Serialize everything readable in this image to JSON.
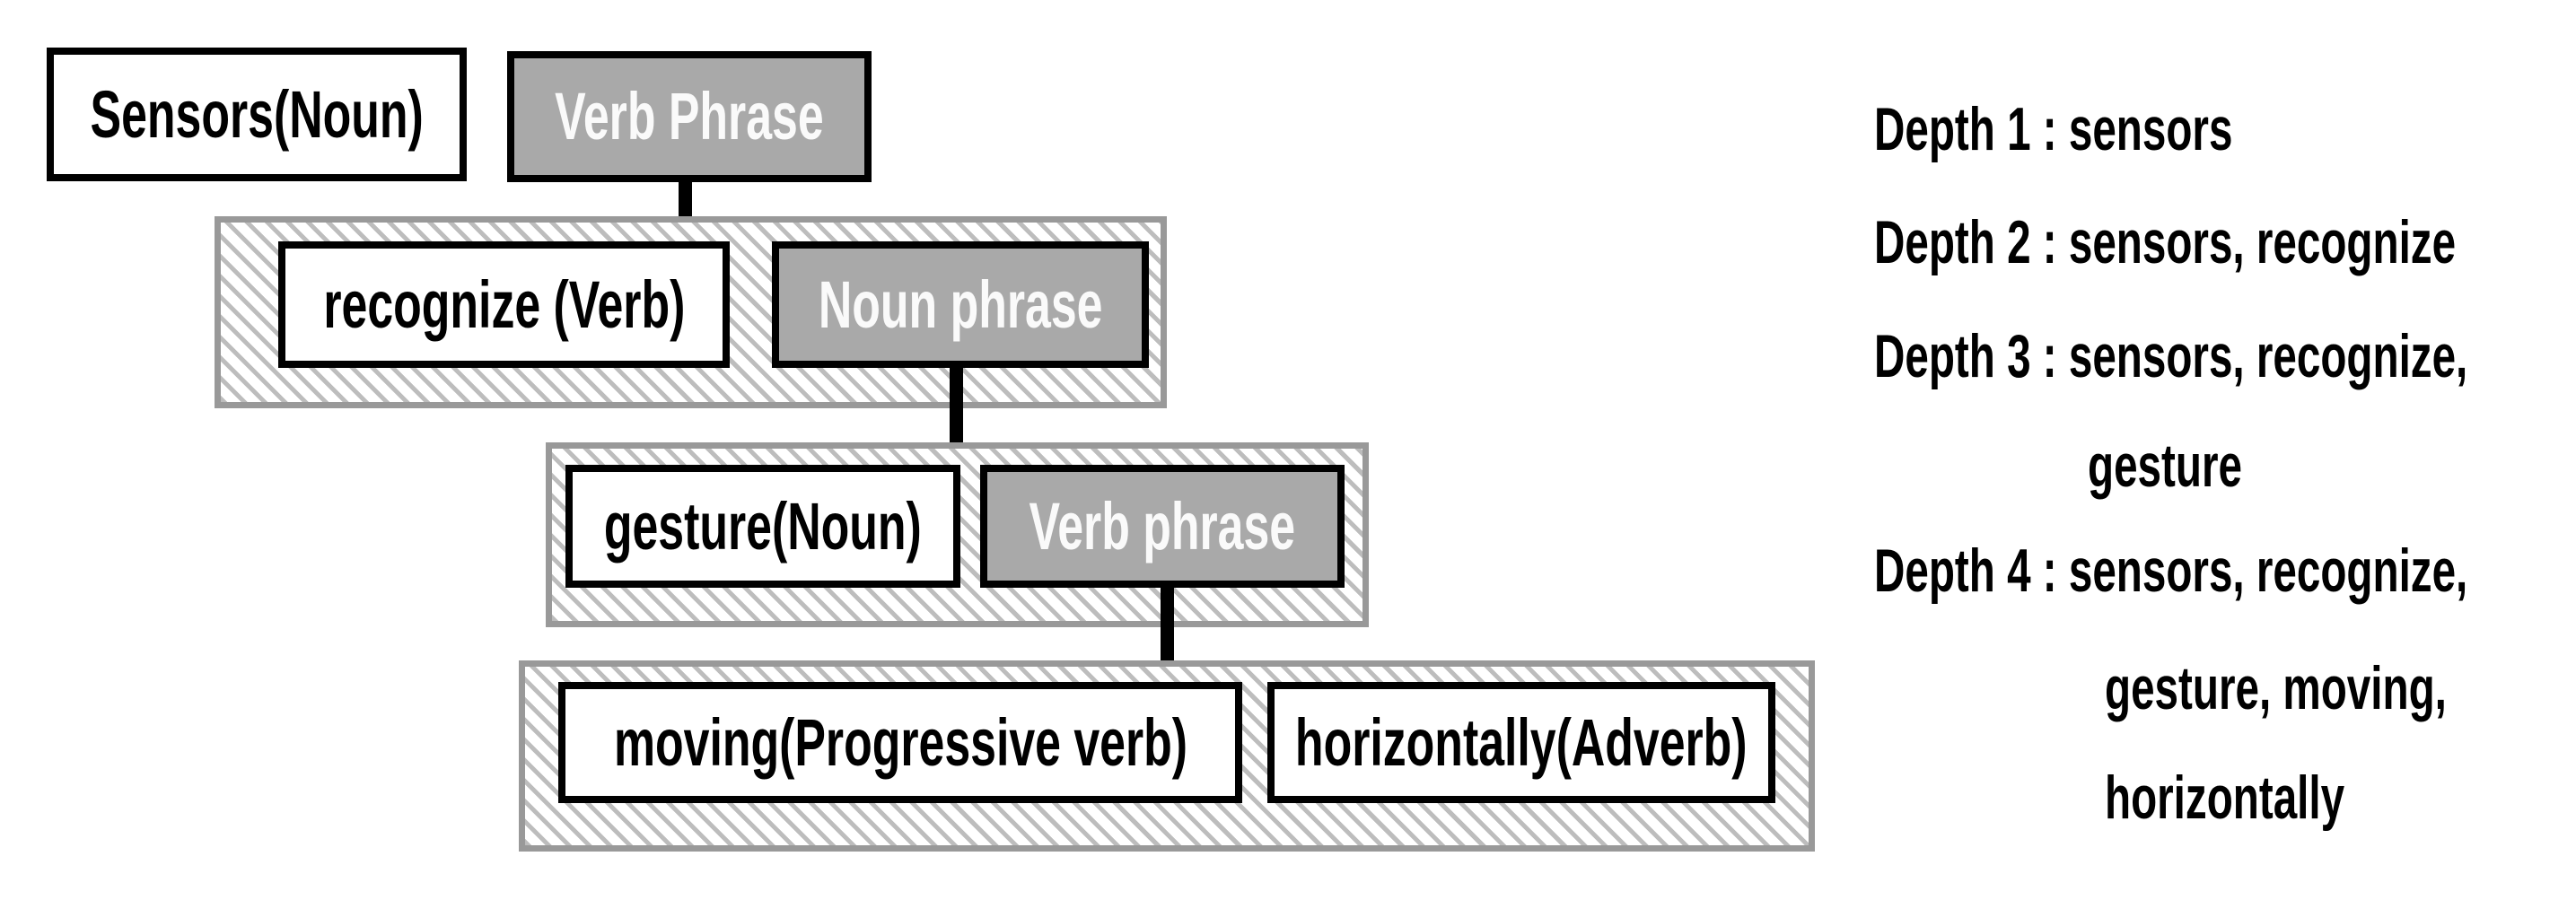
{
  "figure": {
    "tree": {
      "sensors": "Sensors(Noun)",
      "verb_phrase": "Verb Phrase",
      "recognize": "recognize (Verb)",
      "noun_phrase": "Noun phrase",
      "gesture": "gesture(Noun)",
      "verb_phrase2": "Verb phrase",
      "moving": "moving(Progressive verb)",
      "horizontally": "horizontally(Adverb)"
    },
    "depth_list": [
      {
        "text": "Depth 1 : sensors"
      },
      {
        "text": "Depth 2 : sensors, recognize"
      },
      {
        "text": "Depth 3 : sensors, recognize,"
      },
      {
        "text": "gesture"
      },
      {
        "text": "Depth 4 : sensors, recognize,"
      },
      {
        "text": "gesture, moving,"
      },
      {
        "text": "horizontally"
      }
    ],
    "colors": {
      "background": "#ffffff",
      "node_fill_gray": "#a9a9a9",
      "node_border": "#000000",
      "group_border": "#999999",
      "hatch_stroke": "#bdbdbd",
      "connector": "#000000",
      "text_dark": "#000000",
      "text_light": "#fafafa"
    }
  }
}
